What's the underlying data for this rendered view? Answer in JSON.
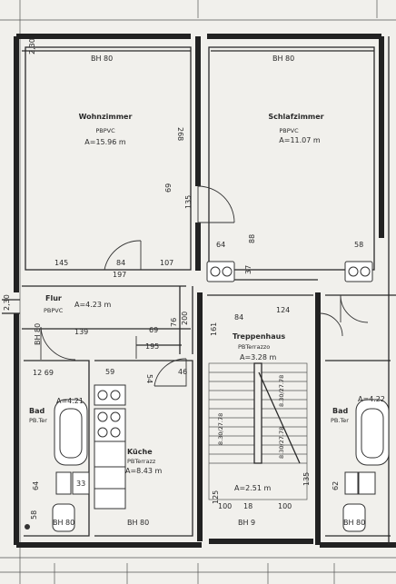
{
  "rooms": {
    "wohnzimmer": {
      "name": "Wohnzimmer",
      "floor": "PBPVC",
      "area": "A=15.96 m"
    },
    "schlafzimmer": {
      "name": "Schlafzimmer",
      "floor": "PBPVC",
      "area": "A=11.07 m"
    },
    "flur": {
      "name": "Flur",
      "floor": "PBPVC",
      "area": "A=4.23 m"
    },
    "treppenhaus": {
      "name": "Treppenhaus",
      "floor": "PBTerrazzo",
      "area": "A=3.28 m"
    },
    "bad_left": {
      "name": "Bad",
      "floor": "PB.Ter",
      "area": "A=4.21"
    },
    "bad_right": {
      "name": "Bad",
      "floor": "PB.Ter",
      "area": "A=4.22"
    },
    "kueche": {
      "name": "Küche",
      "floor": "PBTerrazz",
      "area": "A=8.43 m"
    },
    "landing": {
      "area": "A=2.51 m"
    }
  },
  "dimensions": {
    "bh_wohn": "BH 80",
    "bh_schlaf": "BH 80",
    "bh_kueche": "BH 80",
    "bh_treppe": "BH 9",
    "bh_bad_left": "BH 80",
    "bh_bad_right": "BH 80",
    "d_230": "2,30",
    "d_268": "268",
    "d_69": "69",
    "d_135": "135",
    "d_145": "145",
    "d_84": "84",
    "d_197": "197",
    "d_107": "107",
    "d_64": "64",
    "d_88": "88",
    "d_58": "58",
    "d_37": "37",
    "d_139": "139",
    "d_195": "195",
    "d_69b": "69",
    "d_76": "76",
    "d_200": "200",
    "d_161": "161",
    "d_84b": "84",
    "d_124": "124",
    "d_12_69": "12  69",
    "d_59": "59",
    "d_46": "46",
    "d_54": "54",
    "d_64b": "64",
    "d_33": "33",
    "d_58b": "58",
    "d_62": "62",
    "d_stair_a": "8.30/27.78",
    "d_stair_b": "8.30/27.78",
    "d_stair_c": "8.30/27.78",
    "d_135b": "135",
    "d_125": "125",
    "d_100": "100",
    "d_18": "18",
    "d_100b": "100",
    "d_230b": "2,30",
    "d_bh_80": "BH 80"
  }
}
